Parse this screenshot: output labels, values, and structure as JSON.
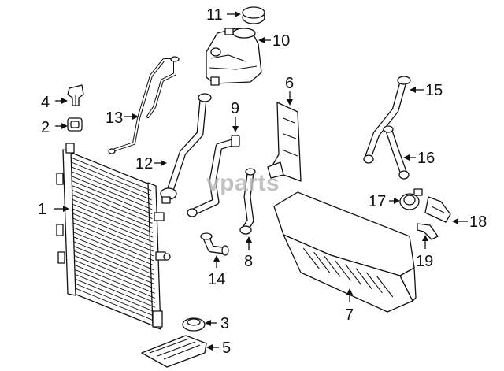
{
  "watermark": "vparts",
  "callouts": [
    {
      "id": "1",
      "label": "1"
    },
    {
      "id": "2",
      "label": "2"
    },
    {
      "id": "3",
      "label": "3"
    },
    {
      "id": "4",
      "label": "4"
    },
    {
      "id": "5",
      "label": "5"
    },
    {
      "id": "6",
      "label": "6"
    },
    {
      "id": "7",
      "label": "7"
    },
    {
      "id": "8",
      "label": "8"
    },
    {
      "id": "9",
      "label": "9"
    },
    {
      "id": "10",
      "label": "10"
    },
    {
      "id": "11",
      "label": "11"
    },
    {
      "id": "12",
      "label": "12"
    },
    {
      "id": "13",
      "label": "13"
    },
    {
      "id": "14",
      "label": "14"
    },
    {
      "id": "15",
      "label": "15"
    },
    {
      "id": "16",
      "label": "16"
    },
    {
      "id": "17",
      "label": "17"
    },
    {
      "id": "18",
      "label": "18"
    },
    {
      "id": "19",
      "label": "19"
    }
  ]
}
